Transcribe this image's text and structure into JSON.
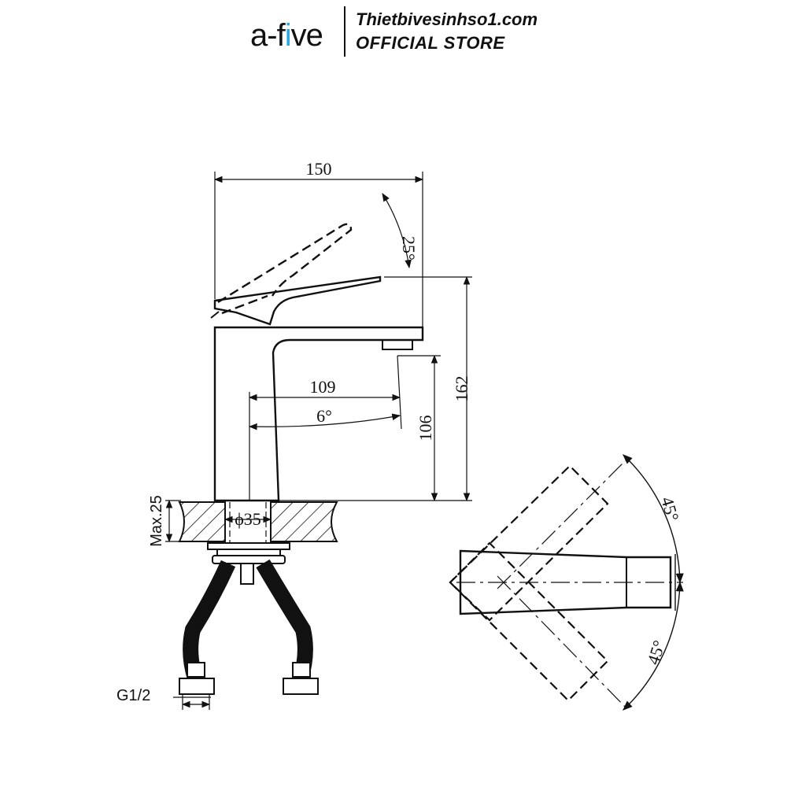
{
  "header": {
    "logo_prefix": "a-f",
    "logo_i": "i",
    "logo_suffix": "ve",
    "store_site": "Thietbivesinhso1.com",
    "store_label": "OFFICIAL STORE"
  },
  "dimensions": {
    "total_length": "150",
    "handle_angle": "25°",
    "total_height": "162",
    "spout_reach": "109",
    "spout_angle": "6°",
    "spout_height": "106",
    "max_thickness": "Max.25",
    "hole_diameter": "ϕ35",
    "thread": "G1/2",
    "rotation_top": "45°",
    "rotation_bottom": "45°"
  }
}
